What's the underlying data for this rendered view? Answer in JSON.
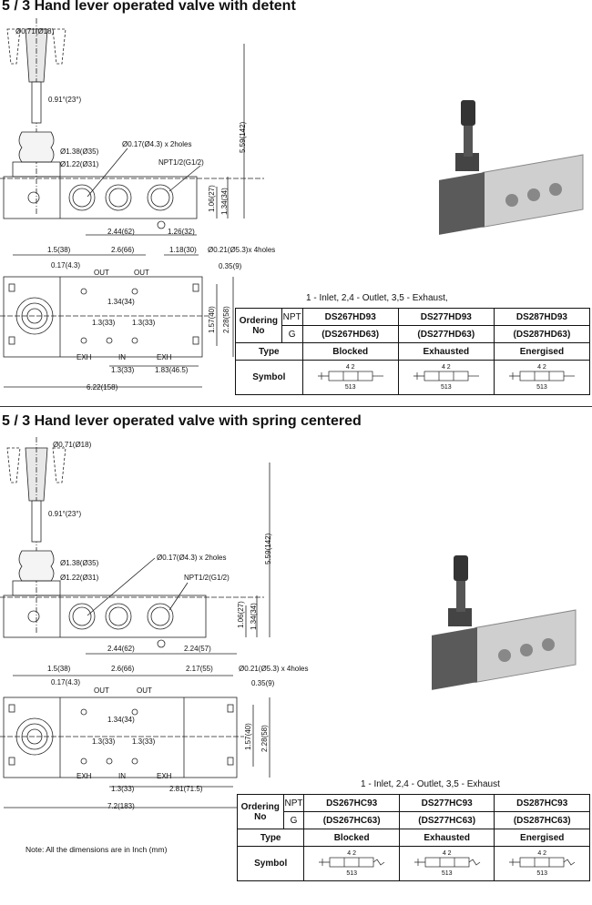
{
  "sections": [
    {
      "title": "5 / 3 Hand lever operated valve with detent",
      "dims_front": {
        "lever_dia": "Ø0.71(Ø18)",
        "angle": "0.91°(23°)",
        "boot_dia1": "Ø1.38(Ø35)",
        "boot_dia2": "Ø1.22(Ø31)",
        "holes": "Ø0.17(Ø4.3) x 2holes",
        "thread": "NPT1/2(G1/2)",
        "height_total": "5.59(142)",
        "h1": "1.06(27)",
        "h2": "1.34(34)",
        "w1": "2.44(62)",
        "w2": "1.26(32)"
      },
      "dims_top": {
        "a": "1.5(38)",
        "b": "2.6(66)",
        "c": "1.18(30)",
        "holes": "Ø0.21(Ø5.3)x 4holes",
        "d": "0.17(4.3)",
        "e": "0.35(9)",
        "out1": "OUT",
        "out2": "OUT",
        "f": "1.34(34)",
        "g": "1.3(33)",
        "h": "1.3(33)",
        "i": "1.57(40)",
        "j": "2.28(58)",
        "exh1": "EXH",
        "in": "IN",
        "exh2": "EXH",
        "k": "1.3(33)",
        "l": "1.83(46.5)",
        "total": "6.22(158)"
      },
      "legend": "1 - Inlet,     2,4 - Outlet,     3,5 - Exhaust,",
      "table": {
        "ordering": "Ordering\nNo",
        "npt": "NPT",
        "g": "G",
        "type_label": "Type",
        "symbol_label": "Symbol",
        "cols": [
          {
            "npt": "DS267HD93",
            "g": "(DS267HD63)",
            "type": "Blocked"
          },
          {
            "npt": "DS277HD93",
            "g": "(DS277HD63)",
            "type": "Exhausted"
          },
          {
            "npt": "DS287HD93",
            "g": "(DS287HD63)",
            "type": "Energised"
          }
        ],
        "sym_top": "4 2",
        "sym_bot": "513"
      }
    },
    {
      "title": "5 / 3 Hand lever operated valve with spring centered",
      "dims_front": {
        "lever_dia": "Ø0.71(Ø18)",
        "angle": "0.91°(23°)",
        "boot_dia1": "Ø1.38(Ø35)",
        "boot_dia2": "Ø1.22(Ø31)",
        "holes": "Ø0.17(Ø4.3) x 2holes",
        "thread": "NPT1/2(G1/2)",
        "height_total": "5.59(142)",
        "h1": "1.06(27)",
        "h2": "1.34(34)",
        "w1": "2.44(62)",
        "w2": "2.24(57)"
      },
      "dims_top": {
        "a": "1.5(38)",
        "b": "2.6(66)",
        "c": "2.17(55)",
        "holes": "Ø0.21(Ø5.3) x 4holes",
        "d": "0.17(4.3)",
        "e": "0.35(9)",
        "out1": "OUT",
        "out2": "OUT",
        "f": "1.34(34)",
        "g": "1.3(33)",
        "h": "1.3(33)",
        "i": "1.57(40)",
        "j": "2.28(58)",
        "exh1": "EXH",
        "in": "IN",
        "exh2": "EXH",
        "k": "1.3(33)",
        "l": "2.81(71.5)",
        "total": "7.2(183)"
      },
      "legend": "1 - Inlet,     2,4 - Outlet,     3,5 - Exhaust",
      "table": {
        "ordering": "Ordering\nNo",
        "npt": "NPT",
        "g": "G",
        "type_label": "Type",
        "symbol_label": "Symbol",
        "cols": [
          {
            "npt": "DS267HC93",
            "g": "(DS267HC63)",
            "type": "Blocked"
          },
          {
            "npt": "DS277HC93",
            "g": "(DS277HC63)",
            "type": "Exhausted"
          },
          {
            "npt": "DS287HC93",
            "g": "(DS287HC63)",
            "type": "Energised"
          }
        ],
        "sym_top": "4 2",
        "sym_bot": "513"
      }
    }
  ],
  "footnote": "Note: All the dimensions are in Inch (mm)"
}
